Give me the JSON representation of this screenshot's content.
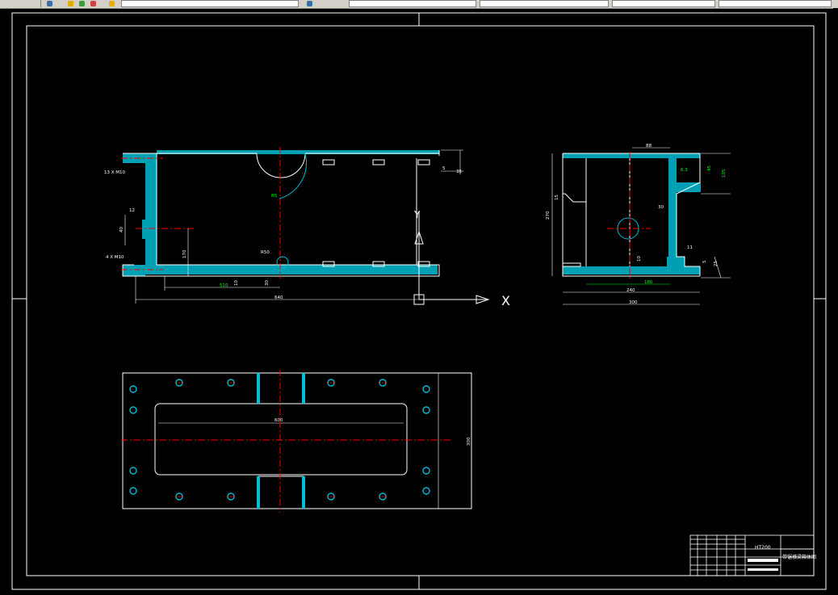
{
  "toolbar": {
    "fields": [
      "",
      "",
      "",
      "",
      ""
    ],
    "icons": [
      "back-icon",
      "layer-icon",
      "properties-icon",
      "snap-icon",
      "layer-state-icon"
    ]
  },
  "drawing": {
    "front_view": {
      "dims": {
        "overall_length": "640",
        "base_span": "510",
        "left_height": "170",
        "base_thk_a": "10",
        "base_thk_b": "30",
        "bore_dia": "R50",
        "hole_size": "40",
        "hole_off": "12",
        "top_right_a": "5",
        "top_right_b": "35",
        "upper_holes_note": "13 X M10",
        "lower_holes_note": "4 X M10",
        "arc_label": "R5"
      },
      "axis_y": "Y",
      "axis_x": "X"
    },
    "side_view": {
      "dims": {
        "top_width": "88",
        "overall_height": "270",
        "inner_width": "240",
        "base_width": "180",
        "overall_width": "300",
        "lip_a": "15",
        "rib_note": "30",
        "right_dim_a": "45",
        "right_dim_b": "105",
        "right_tol": "6.3",
        "foot_a": "10",
        "foot_b": "11",
        "foot_c": "5",
        "foot_d": "25"
      }
    },
    "plan_view": {
      "dims": {
        "inner_length": "600",
        "overall_width": "300"
      }
    },
    "title_block": {
      "material": "HT200",
      "part_name": "带锯横梁箱体图"
    }
  },
  "colors": {
    "background": "#000000",
    "outline": "#ffffff",
    "hatch": "#00ffff",
    "center_line": "#ff0000",
    "dimension_text": "#00ff00",
    "toolbar": "#d4d0c8"
  }
}
